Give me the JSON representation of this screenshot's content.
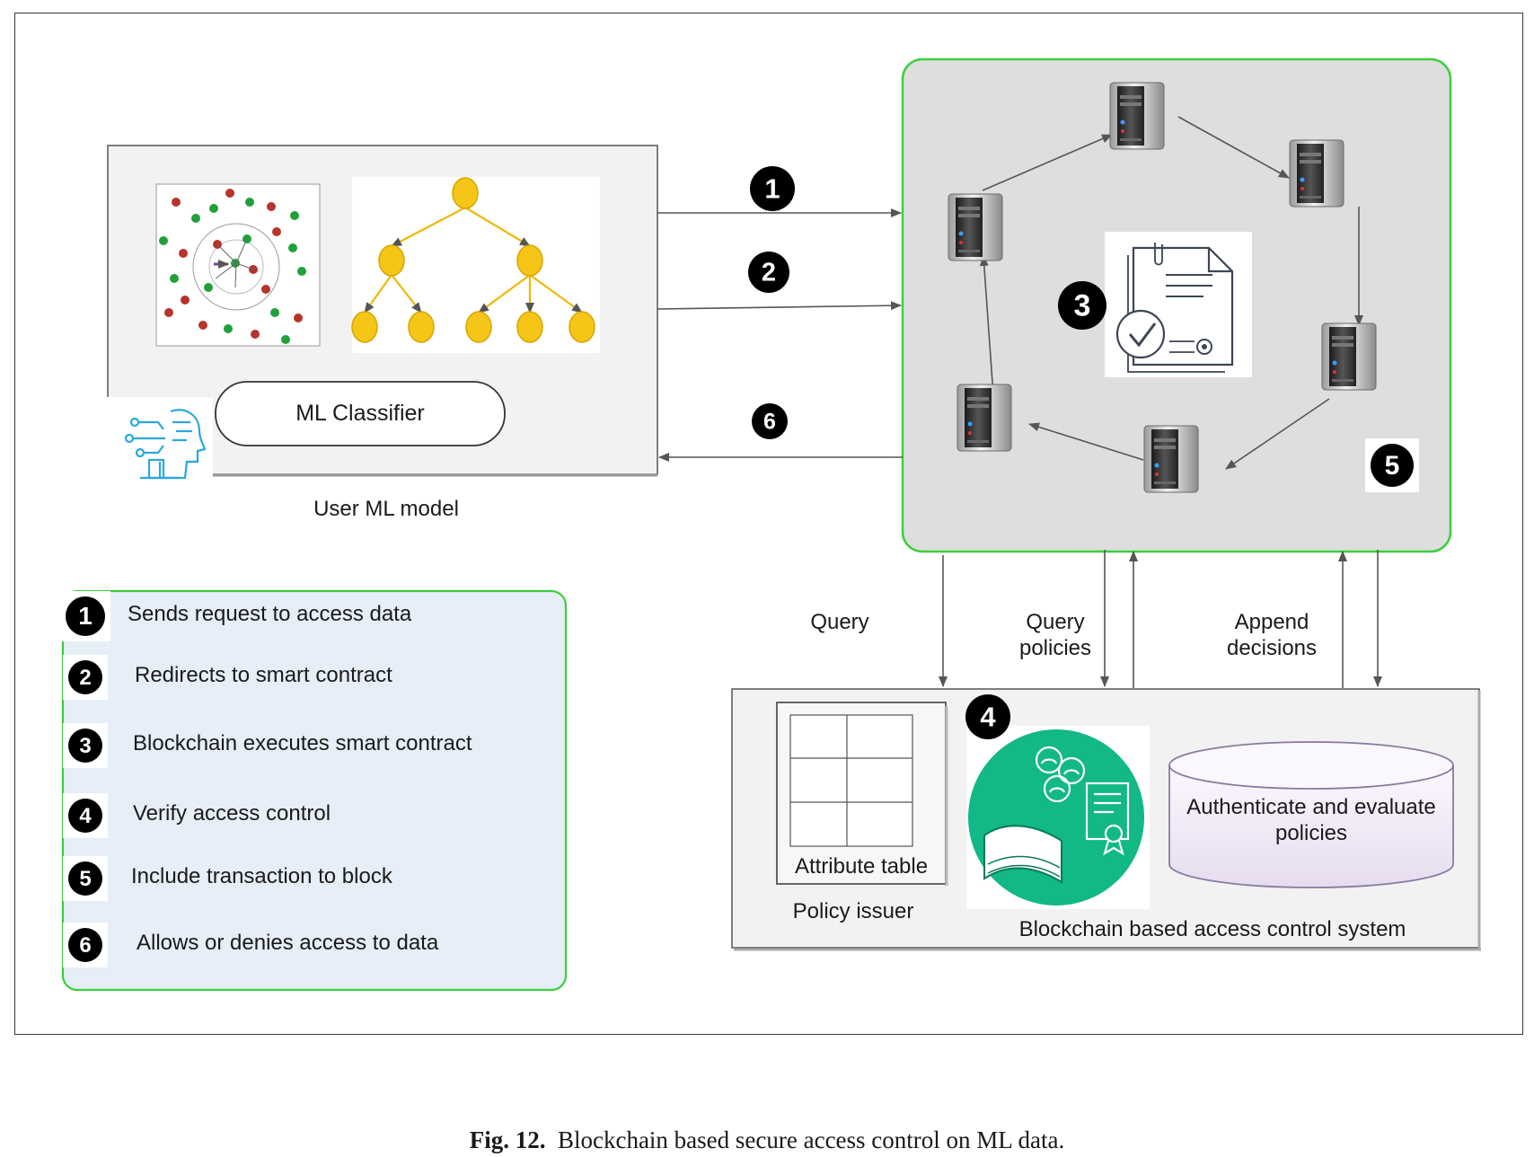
{
  "ml_model": {
    "classifier_label": "ML Classifier",
    "caption": "User ML model"
  },
  "flow_steps": [
    "1",
    "2",
    "6"
  ],
  "blockchain": {
    "contract_step": "3",
    "block_step": "5"
  },
  "links": {
    "query": "Query",
    "query_policies": "Query\npolicies",
    "append_decisions": "Append\ndecisions"
  },
  "access_system": {
    "step": "4",
    "attribute_table": "Attribute table",
    "policy_issuer": "Policy issuer",
    "database_label": "Authenticate and evaluate\npolicies",
    "system_label": "Blockchain based access control system"
  },
  "legend": [
    {
      "num": "1",
      "text": "Sends request to access data"
    },
    {
      "num": "2",
      "text": "Redirects to smart contract"
    },
    {
      "num": "3",
      "text": "Blockchain executes smart contract"
    },
    {
      "num": "4",
      "text": "Verify access control"
    },
    {
      "num": "5",
      "text": "Include transaction to block"
    },
    {
      "num": "6",
      "text": "Allows or denies access to data"
    }
  ],
  "caption": {
    "prefix": "Fig. 12.",
    "text": "Blockchain based secure access control on ML data."
  },
  "colors": {
    "green_border": "#3ccf3c",
    "legend_fill": "#e6eef8",
    "chain_fill": "#dedede",
    "tree_node": "#f5c518",
    "tree_edge": "#f0b800",
    "policy_circle": "#12b886",
    "db_fill": "#f1ecf6",
    "db_stroke": "#8a7aa0"
  }
}
